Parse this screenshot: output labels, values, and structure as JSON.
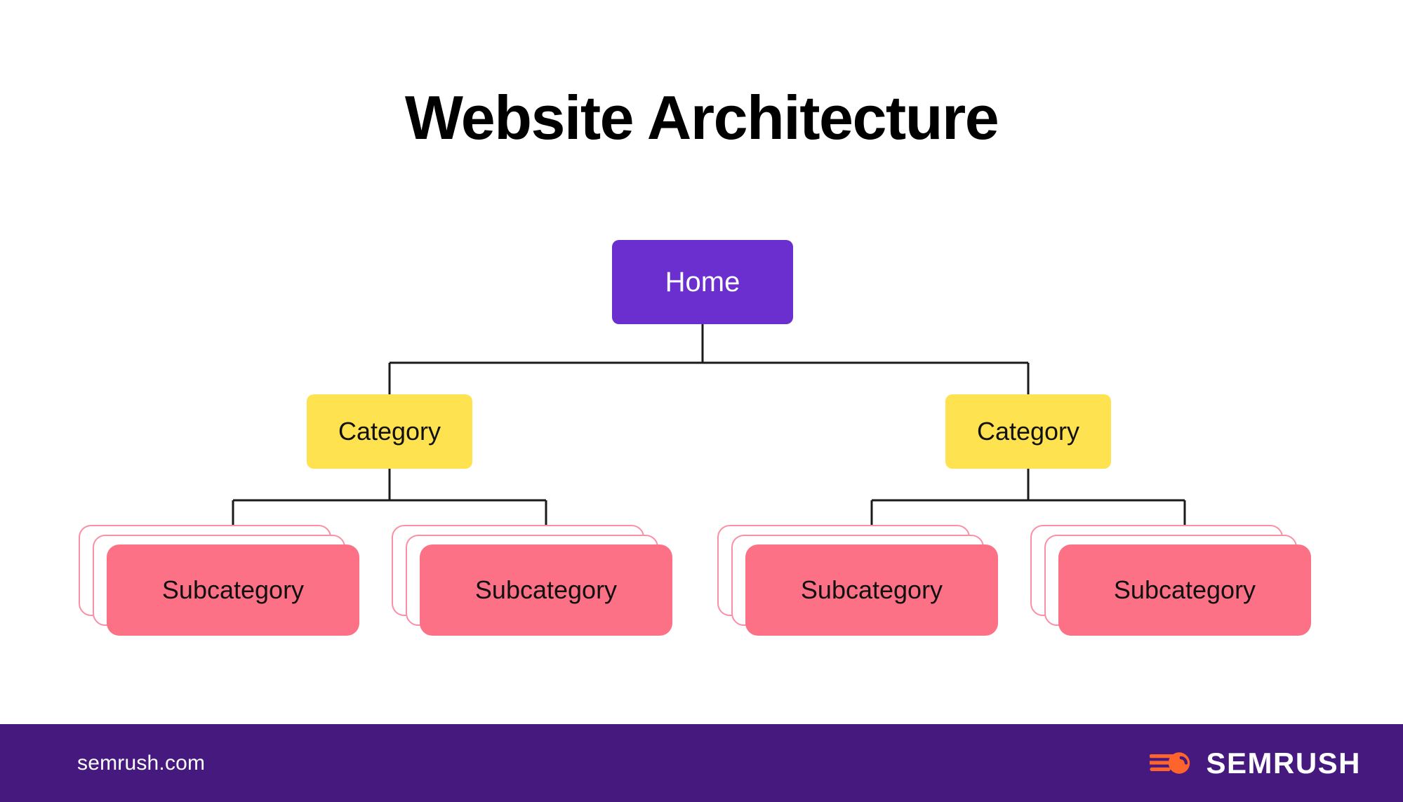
{
  "page": {
    "title": "Website Architecture",
    "background_color": "#FFFFFF"
  },
  "diagram": {
    "type": "tree",
    "root": {
      "label": "Home",
      "fill_color": "#6A2FCE",
      "text_color": "#FFFFFF"
    },
    "categories": [
      {
        "label": "Category",
        "fill_color": "#FFE24F",
        "text_color": "#111111"
      },
      {
        "label": "Category",
        "fill_color": "#FFE24F",
        "text_color": "#111111"
      }
    ],
    "subcategories": [
      {
        "label": "Subcategory",
        "fill_color": "#FC7186",
        "outline_color": "#FB8FA3",
        "stack_count": 3
      },
      {
        "label": "Subcategory",
        "fill_color": "#FC7186",
        "outline_color": "#FB8FA3",
        "stack_count": 3
      },
      {
        "label": "Subcategory",
        "fill_color": "#FC7186",
        "outline_color": "#FB8FA3",
        "stack_count": 3
      },
      {
        "label": "Subcategory",
        "fill_color": "#FC7186",
        "outline_color": "#FB8FA3",
        "stack_count": 3
      }
    ],
    "connector_color": "#1A1A1A"
  },
  "footer": {
    "url": "semrush.com",
    "background_color": "#45197E",
    "brand": "SEMRUSH",
    "logo_icon": "semrush-comet-icon",
    "logo_color": "#FF642D"
  }
}
